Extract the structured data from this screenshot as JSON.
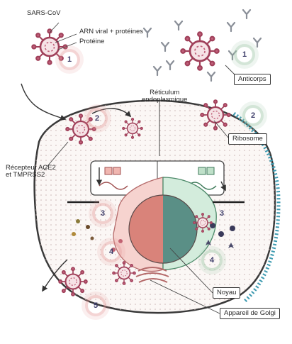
{
  "labels": {
    "sars_cov": "SARS-CoV",
    "arn_viral": "ARN viral + protéines",
    "proteine": "Protéine",
    "anticorps": "Anticorps",
    "reticulum": "Réticulum\nendoplasmique",
    "ribosome": "Ribosome",
    "recepteur": "Récepteur ACE2\net TMPRSS2",
    "noyau": "Noyau",
    "golgi": "Appareil de Golgi"
  },
  "steps": [
    "1",
    "2",
    "3",
    "4",
    "5"
  ],
  "colors": {
    "virus_fill": "#a0405a",
    "virus_spike": "#c0607a",
    "membrane": "#3a3a3a",
    "cell_membrane_teal": "#3d9ab0",
    "nucleus_left": "#d9837a",
    "nucleus_right": "#5a8f86",
    "er_red": "#f3c6c2",
    "er_green": "#c9e6d4",
    "antibody": "#8a8f98",
    "arrow": "#333333"
  }
}
